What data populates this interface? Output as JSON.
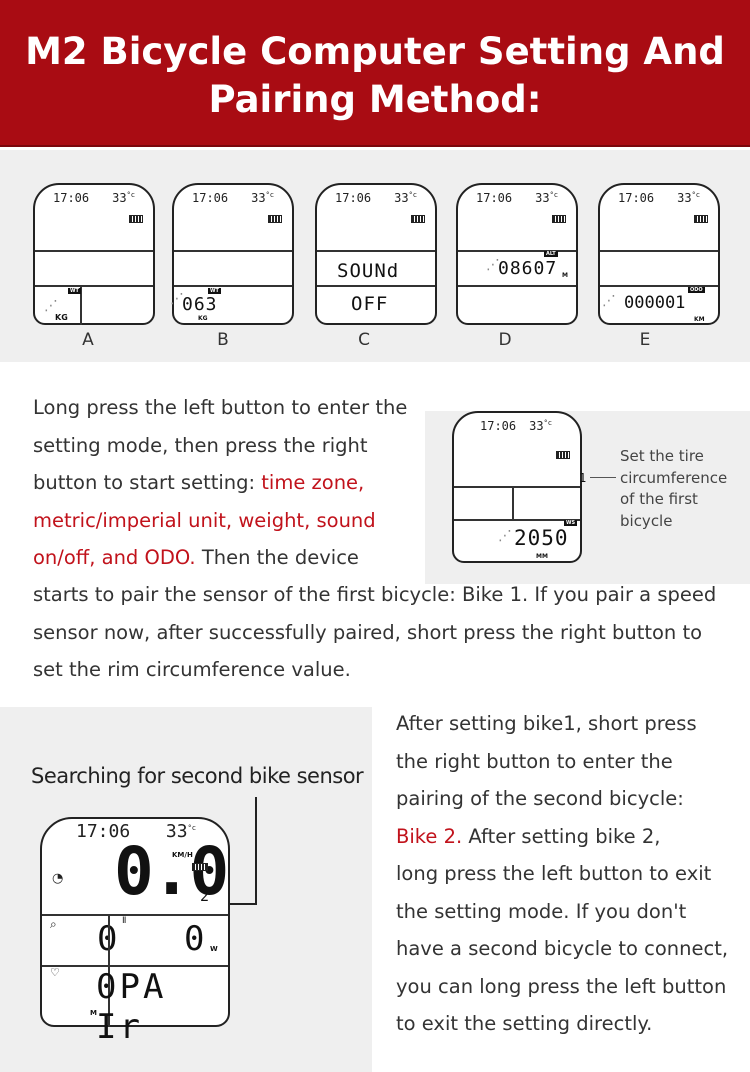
{
  "header": {
    "title_line1": "M2 Bicycle Computer Setting And",
    "title_line2": "Pairing Method:"
  },
  "device_common": {
    "time": "17:06",
    "temp": "33",
    "temp_unit": "°c"
  },
  "devices": [
    {
      "letter": "A",
      "wt": "WT",
      "unit": "KG"
    },
    {
      "letter": "B",
      "wt": "WT",
      "value": "063",
      "unit": "KG"
    },
    {
      "letter": "C",
      "line1": "SOUNd",
      "line2": "OFF"
    },
    {
      "letter": "D",
      "alt": "ALT",
      "value": "08607",
      "unit": "M"
    },
    {
      "letter": "E",
      "odo": "ODO",
      "value": "000001",
      "unit": "KM"
    }
  ],
  "section1": {
    "line1": "Long press the left button to enter the",
    "line2": "setting mode, then press the right",
    "line3_plain": "button to start setting: ",
    "line3_red": "time zone,",
    "line4_red": "metric/imperial unit, weight, sound",
    "line5_red": "on/off, and ODO.",
    "line5_plain": " Then the device",
    "line6": "starts to pair the sensor of the first bicycle: Bike 1. If you pair a speed",
    "line7": "sensor now, after successfully paired, short press the right button to",
    "line8": "set the rim circumference value."
  },
  "tire_device": {
    "time": "17:06",
    "temp": "33",
    "bike_no": "1",
    "ws": "WS",
    "value": "2050",
    "unit": "MM",
    "note": [
      "Set the tire",
      "circumference",
      "of the first",
      "bicycle"
    ]
  },
  "section2": {
    "image_title": "Searching for second bike sensor",
    "device": {
      "time": "17:06",
      "temp": "33",
      "speed": "0.0",
      "speed_unit": "KM/H",
      "bike_no": "2",
      "left_val": "0",
      "right_val": "0",
      "watt": "W",
      "bottom": "0PA Ir",
      "m": "M"
    },
    "lines": [
      "After setting bike1, short press",
      "the right button to enter the",
      "pairing of the second bicycle:"
    ],
    "bike2_red": "Bike 2.",
    "bike2_plain": " After setting bike 2,",
    "lines2": [
      "long press the left button to exit",
      "the setting mode. If you don't",
      "have a second bicycle to connect,",
      "you can long press the left button",
      "to exit the setting directly."
    ]
  }
}
